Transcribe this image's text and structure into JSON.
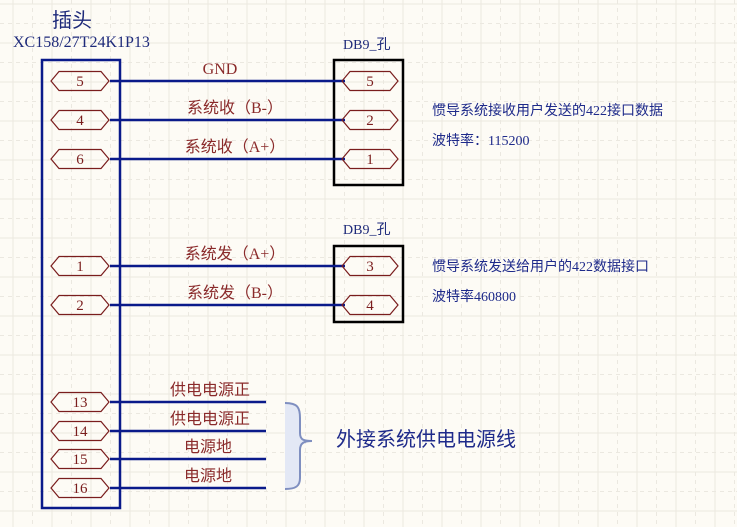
{
  "main_connector": {
    "title": "插头",
    "part_number": "XC158/27T24K1P13"
  },
  "db9_receive": {
    "label": "DB9_孔",
    "pins": [
      "5",
      "2",
      "1"
    ]
  },
  "db9_transmit": {
    "label": "DB9_孔",
    "pins": [
      "3",
      "4"
    ]
  },
  "nets": [
    {
      "left_pin": "5",
      "label": "GND"
    },
    {
      "left_pin": "4",
      "label": "系统收（B-）"
    },
    {
      "left_pin": "6",
      "label": "系统收（A+）"
    },
    {
      "left_pin": "1",
      "label": "系统发（A+）"
    },
    {
      "left_pin": "2",
      "label": "系统发（B-）"
    },
    {
      "left_pin": "13",
      "label": "供电电源正"
    },
    {
      "left_pin": "14",
      "label": "供电电源正"
    },
    {
      "left_pin": "15",
      "label": "电源地"
    },
    {
      "left_pin": "16",
      "label": "电源地"
    }
  ],
  "notes": {
    "receive_desc": "惯导系统接收用户发送的422接口数据",
    "receive_baud": "波特率：115200",
    "transmit_desc": "惯导系统发送给用户的422数据接口",
    "transmit_baud": "波特率460800",
    "power_desc": "外接系统供电电源线"
  },
  "colors": {
    "wire": "#0a1a8a",
    "pin": "#7a1d1d",
    "background": "#fdfbf5",
    "brace": "#7f8fc0"
  }
}
